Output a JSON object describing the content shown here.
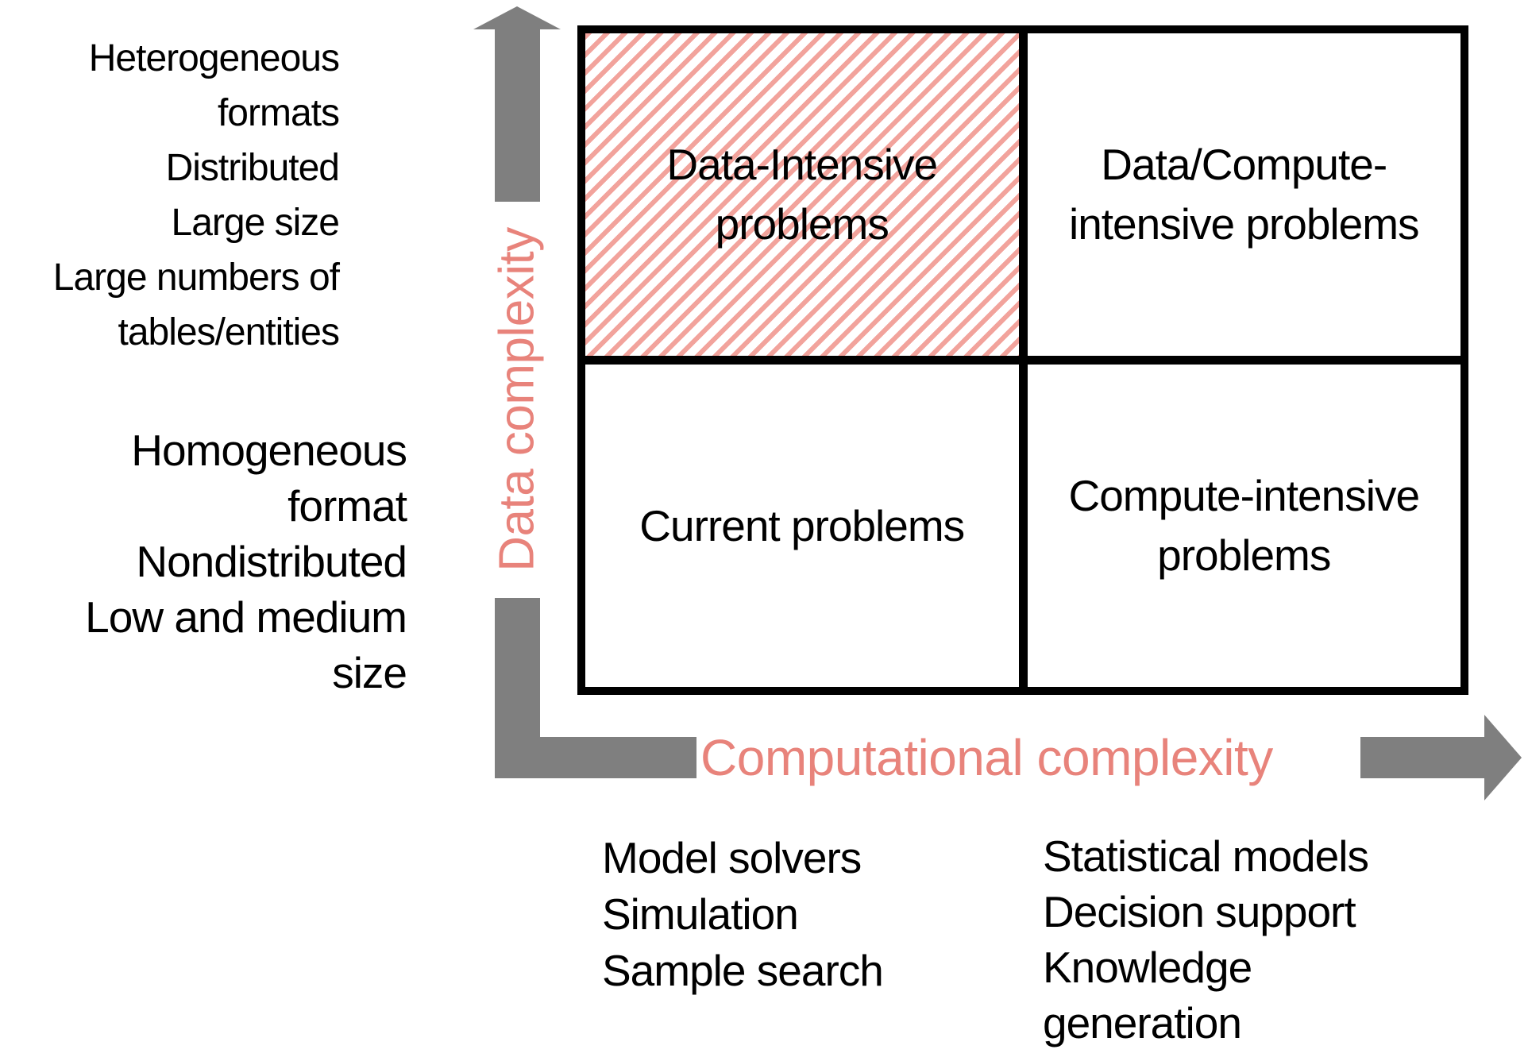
{
  "axes": {
    "y": {
      "label": "Data complexity"
    },
    "x": {
      "label": "Computational complexity"
    }
  },
  "quadrants": {
    "top_left": {
      "label": "Data-Intensive\nproblems",
      "hatched": true
    },
    "top_right": {
      "label": "Data/Compute-\nintensive problems",
      "hatched": false
    },
    "bottom_left": {
      "label": "Current problems",
      "hatched": false
    },
    "bottom_right": {
      "label": "Compute-intensive\nproblems",
      "hatched": false
    }
  },
  "y_axis_annotations": {
    "high": {
      "lines": [
        "Heterogeneous",
        "formats",
        "Distributed",
        "Large size",
        "Large numbers of",
        "tables/entities"
      ]
    },
    "low": {
      "lines": [
        "Homogeneous",
        "format",
        "Nondistributed",
        "Low and medium size"
      ]
    }
  },
  "x_axis_annotations": {
    "low": {
      "lines": [
        "Model solvers",
        "Simulation",
        "Sample search"
      ]
    },
    "high": {
      "lines": [
        "Statistical models",
        "Decision support",
        "Knowledge",
        "generation"
      ]
    }
  },
  "colors": {
    "accent_red": "#E8837B",
    "arrow_gray": "#7F7F7F",
    "border_black": "#000000",
    "hatch_red": "#F2A39C"
  }
}
